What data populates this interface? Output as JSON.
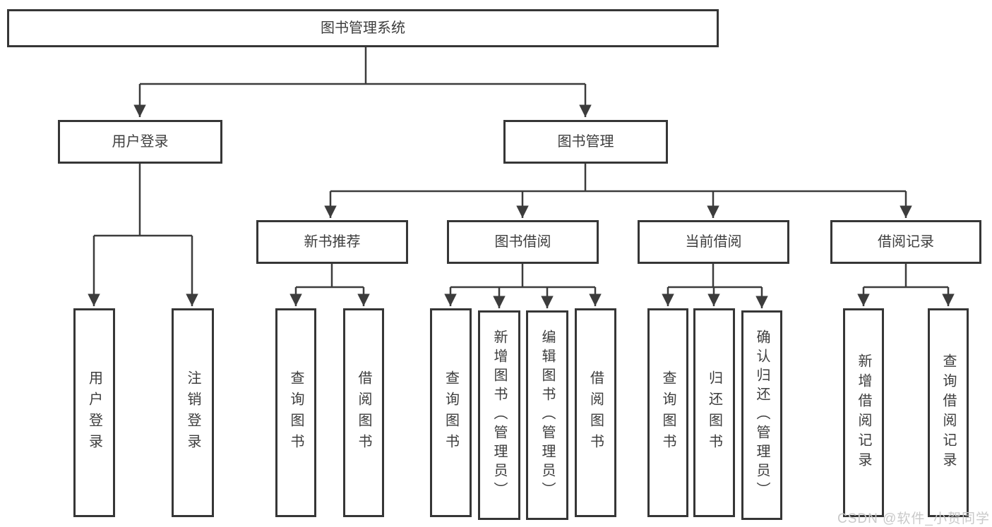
{
  "tree": {
    "root": {
      "label": "图书管理系统"
    },
    "branches": [
      {
        "label": "用户登录",
        "children": [
          {
            "label": "用户登录"
          },
          {
            "label": "注销登录"
          }
        ]
      },
      {
        "label": "图书管理",
        "children": [
          {
            "label": "新书推荐",
            "children": [
              {
                "label": "查询图书"
              },
              {
                "label": "借阅图书"
              }
            ]
          },
          {
            "label": "图书借阅",
            "children": [
              {
                "label": "查询图书"
              },
              {
                "label": "新增图书（管理员）"
              },
              {
                "label": "编辑图书（管理员）"
              },
              {
                "label": "借阅图书"
              }
            ]
          },
          {
            "label": "当前借阅",
            "children": [
              {
                "label": "查询图书"
              },
              {
                "label": "归还图书"
              },
              {
                "label": "确认归还（管理员）"
              }
            ]
          },
          {
            "label": "借阅记录",
            "children": [
              {
                "label": "新增借阅记录"
              },
              {
                "label": "查询借阅记录"
              }
            ]
          }
        ]
      }
    ]
  },
  "watermark": {
    "text": "CSDN @软件_小贺同学"
  },
  "colors": {
    "line": "#3c3c3c",
    "border": "#363636",
    "text": "#3d3d3d",
    "watermark": "#c9c9c9",
    "background": "#ffffff"
  }
}
